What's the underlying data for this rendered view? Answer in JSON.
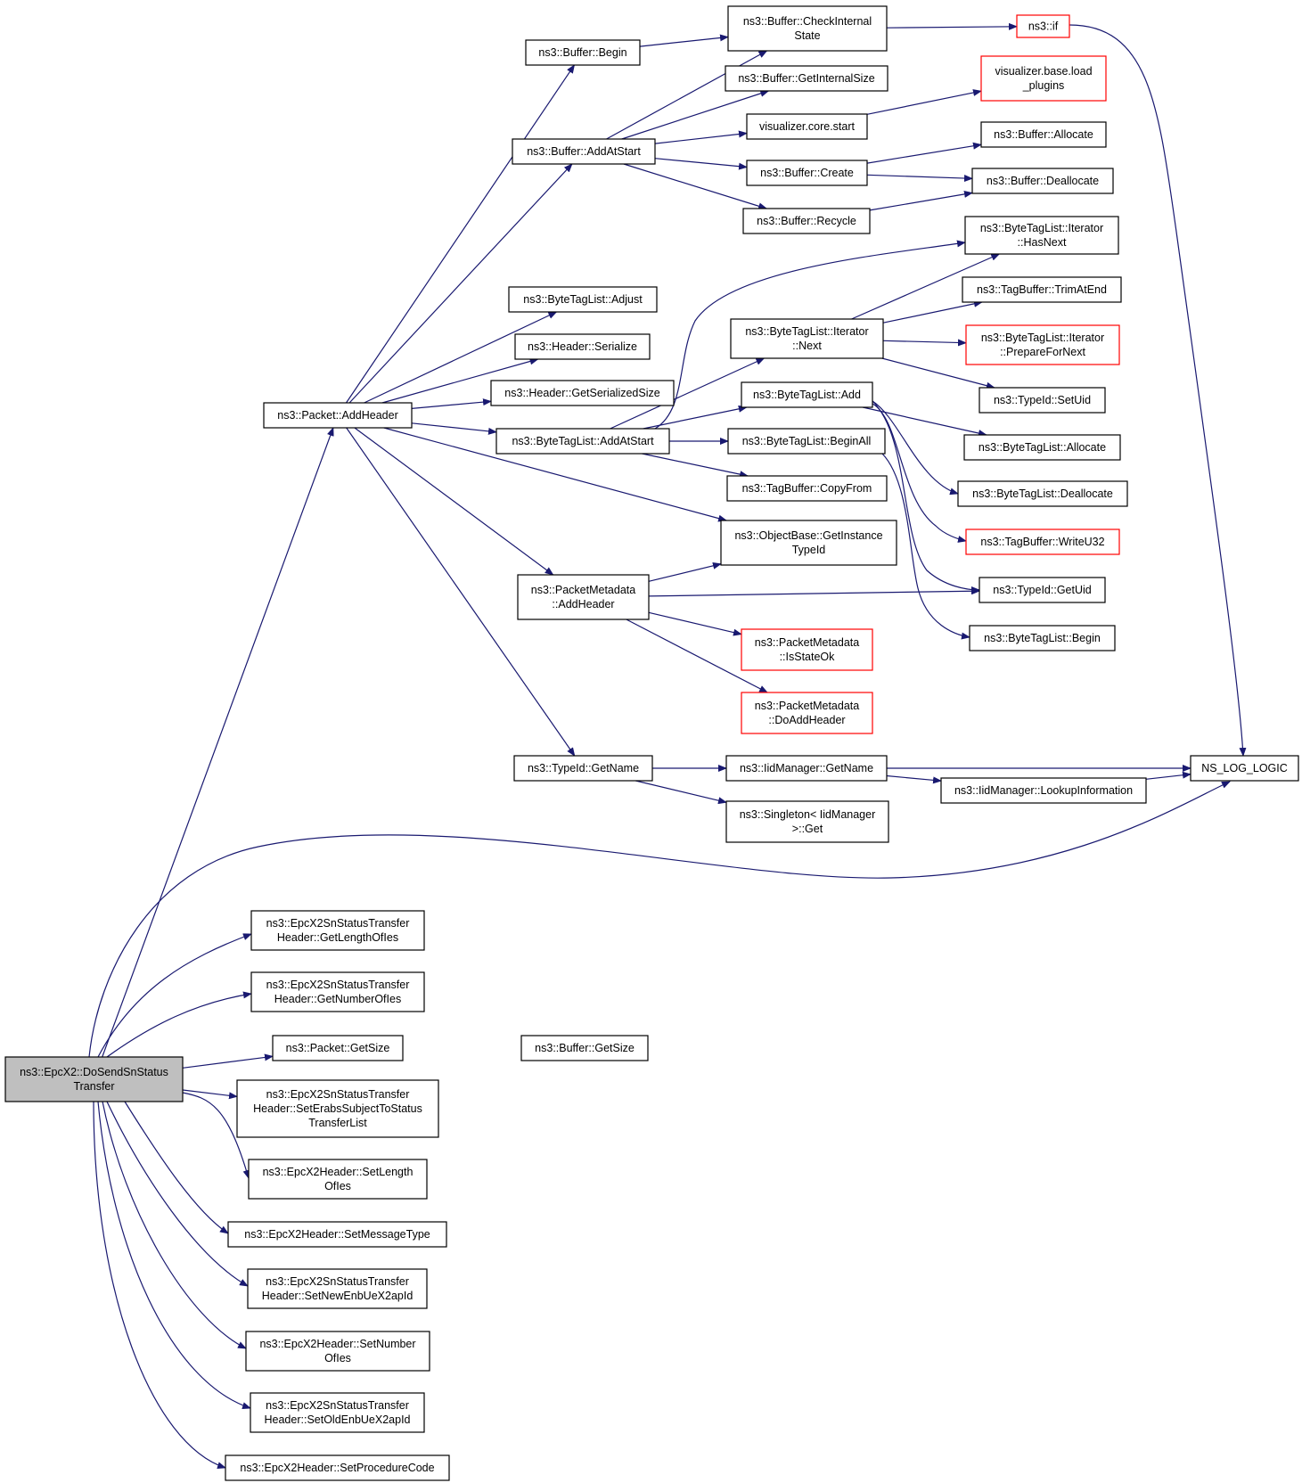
{
  "colors": {
    "edge": "#191970",
    "border_normal": "#000000",
    "border_truncated": "#ff0000",
    "root_fill": "#bfbfbf",
    "node_fill": "#ffffff"
  },
  "nodes": [
    {
      "id": "root",
      "lines": [
        "ns3::EpcX2::DoSendSnStatus",
        "Transfer"
      ],
      "kind": "root"
    },
    {
      "id": "packet_addheader",
      "lines": [
        "ns3::Packet::AddHeader"
      ],
      "kind": "normal"
    },
    {
      "id": "buffer_begin",
      "lines": [
        "ns3::Buffer::Begin"
      ],
      "kind": "normal"
    },
    {
      "id": "buffer_checkinternal",
      "lines": [
        "ns3::Buffer::CheckInternal",
        "State"
      ],
      "kind": "normal"
    },
    {
      "id": "ns3_if",
      "lines": [
        "ns3::if"
      ],
      "kind": "truncated"
    },
    {
      "id": "buffer_getinternalsize",
      "lines": [
        "ns3::Buffer::GetInternalSize"
      ],
      "kind": "normal"
    },
    {
      "id": "viz_base_load",
      "lines": [
        "visualizer.base.load",
        "_plugins"
      ],
      "kind": "truncated"
    },
    {
      "id": "buffer_addatstart",
      "lines": [
        "ns3::Buffer::AddAtStart"
      ],
      "kind": "normal"
    },
    {
      "id": "viz_core_start",
      "lines": [
        "visualizer.core.start"
      ],
      "kind": "normal"
    },
    {
      "id": "buffer_allocate",
      "lines": [
        "ns3::Buffer::Allocate"
      ],
      "kind": "normal"
    },
    {
      "id": "buffer_create",
      "lines": [
        "ns3::Buffer::Create"
      ],
      "kind": "normal"
    },
    {
      "id": "buffer_deallocate",
      "lines": [
        "ns3::Buffer::Deallocate"
      ],
      "kind": "normal"
    },
    {
      "id": "buffer_recycle",
      "lines": [
        "ns3::Buffer::Recycle"
      ],
      "kind": "normal"
    },
    {
      "id": "btl_iter_hasnext",
      "lines": [
        "ns3::ByteTagList::Iterator",
        "::HasNext"
      ],
      "kind": "normal"
    },
    {
      "id": "btl_adjust",
      "lines": [
        "ns3::ByteTagList::Adjust"
      ],
      "kind": "normal"
    },
    {
      "id": "tagbuffer_trimatend",
      "lines": [
        "ns3::TagBuffer::TrimAtEnd"
      ],
      "kind": "normal"
    },
    {
      "id": "btl_iter_next",
      "lines": [
        "ns3::ByteTagList::Iterator",
        "::Next"
      ],
      "kind": "normal"
    },
    {
      "id": "btl_iter_prepare",
      "lines": [
        "ns3::ByteTagList::Iterator",
        "::PrepareForNext"
      ],
      "kind": "truncated"
    },
    {
      "id": "header_serialize",
      "lines": [
        "ns3::Header::Serialize"
      ],
      "kind": "normal"
    },
    {
      "id": "typeid_setuid",
      "lines": [
        "ns3::TypeId::SetUid"
      ],
      "kind": "normal"
    },
    {
      "id": "header_getserializedsize",
      "lines": [
        "ns3::Header::GetSerializedSize"
      ],
      "kind": "normal"
    },
    {
      "id": "btl_add",
      "lines": [
        "ns3::ByteTagList::Add"
      ],
      "kind": "normal"
    },
    {
      "id": "btl_addatstart",
      "lines": [
        "ns3::ByteTagList::AddAtStart"
      ],
      "kind": "normal"
    },
    {
      "id": "btl_beginall",
      "lines": [
        "ns3::ByteTagList::BeginAll"
      ],
      "kind": "normal"
    },
    {
      "id": "btl_allocate",
      "lines": [
        "ns3::ByteTagList::Allocate"
      ],
      "kind": "normal"
    },
    {
      "id": "tagbuffer_copyfrom",
      "lines": [
        "ns3::TagBuffer::CopyFrom"
      ],
      "kind": "normal"
    },
    {
      "id": "btl_deallocate",
      "lines": [
        "ns3::ByteTagList::Deallocate"
      ],
      "kind": "normal"
    },
    {
      "id": "objectbase_getinstance",
      "lines": [
        "ns3::ObjectBase::GetInstance",
        "TypeId"
      ],
      "kind": "normal"
    },
    {
      "id": "tagbuffer_writeu32",
      "lines": [
        "ns3::TagBuffer::WriteU32"
      ],
      "kind": "truncated"
    },
    {
      "id": "pm_addheader",
      "lines": [
        "ns3::PacketMetadata",
        "::AddHeader"
      ],
      "kind": "normal"
    },
    {
      "id": "typeid_getuid",
      "lines": [
        "ns3::TypeId::GetUid"
      ],
      "kind": "normal"
    },
    {
      "id": "pm_isstateok",
      "lines": [
        "ns3::PacketMetadata",
        "::IsStateOk"
      ],
      "kind": "truncated"
    },
    {
      "id": "btl_begin",
      "lines": [
        "ns3::ByteTagList::Begin"
      ],
      "kind": "normal"
    },
    {
      "id": "pm_doaddheader",
      "lines": [
        "ns3::PacketMetadata",
        "::DoAddHeader"
      ],
      "kind": "truncated"
    },
    {
      "id": "typeid_getname",
      "lines": [
        "ns3::TypeId::GetName"
      ],
      "kind": "normal"
    },
    {
      "id": "iidmanager_getname",
      "lines": [
        "ns3::IidManager::GetName"
      ],
      "kind": "normal"
    },
    {
      "id": "ns_log_logic",
      "lines": [
        "NS_LOG_LOGIC"
      ],
      "kind": "normal"
    },
    {
      "id": "iidmanager_lookup",
      "lines": [
        "ns3::IidManager::LookupInformation"
      ],
      "kind": "normal"
    },
    {
      "id": "singleton_get",
      "lines": [
        "ns3::Singleton< IidManager",
        " >::Get"
      ],
      "kind": "normal"
    },
    {
      "id": "hdr_getlength",
      "lines": [
        "ns3::EpcX2SnStatusTransfer",
        "Header::GetLengthOfIes"
      ],
      "kind": "normal"
    },
    {
      "id": "hdr_getnumber",
      "lines": [
        "ns3::EpcX2SnStatusTransfer",
        "Header::GetNumberOfIes"
      ],
      "kind": "normal"
    },
    {
      "id": "packet_getsize",
      "lines": [
        "ns3::Packet::GetSize"
      ],
      "kind": "normal"
    },
    {
      "id": "buffer_getsize",
      "lines": [
        "ns3::Buffer::GetSize"
      ],
      "kind": "normal"
    },
    {
      "id": "hdr_seterabs",
      "lines": [
        "ns3::EpcX2SnStatusTransfer",
        "Header::SetErabsSubjectToStatus",
        "TransferList"
      ],
      "kind": "normal"
    },
    {
      "id": "x2hdr_setlength",
      "lines": [
        "ns3::EpcX2Header::SetLength",
        "OfIes"
      ],
      "kind": "normal"
    },
    {
      "id": "x2hdr_setmsgtype",
      "lines": [
        "ns3::EpcX2Header::SetMessageType"
      ],
      "kind": "normal"
    },
    {
      "id": "hdr_setnewenb",
      "lines": [
        "ns3::EpcX2SnStatusTransfer",
        "Header::SetNewEnbUeX2apId"
      ],
      "kind": "normal"
    },
    {
      "id": "x2hdr_setnumber",
      "lines": [
        "ns3::EpcX2Header::SetNumber",
        "OfIes"
      ],
      "kind": "normal"
    },
    {
      "id": "hdr_setoldenb",
      "lines": [
        "ns3::EpcX2SnStatusTransfer",
        "Header::SetOldEnbUeX2apId"
      ],
      "kind": "normal"
    },
    {
      "id": "x2hdr_setproc",
      "lines": [
        "ns3::EpcX2Header::SetProcedureCode"
      ],
      "kind": "normal"
    }
  ],
  "edges": [
    [
      "root",
      "packet_addheader"
    ],
    [
      "root",
      "ns_log_logic"
    ],
    [
      "root",
      "hdr_getlength"
    ],
    [
      "root",
      "hdr_getnumber"
    ],
    [
      "root",
      "packet_getsize"
    ],
    [
      "root",
      "hdr_seterabs"
    ],
    [
      "root",
      "x2hdr_setlength"
    ],
    [
      "root",
      "x2hdr_setmsgtype"
    ],
    [
      "root",
      "hdr_setnewenb"
    ],
    [
      "root",
      "x2hdr_setnumber"
    ],
    [
      "root",
      "hdr_setoldenb"
    ],
    [
      "root",
      "x2hdr_setproc"
    ],
    [
      "packet_addheader",
      "buffer_begin"
    ],
    [
      "packet_addheader",
      "buffer_addatstart"
    ],
    [
      "packet_addheader",
      "btl_adjust"
    ],
    [
      "packet_addheader",
      "header_serialize"
    ],
    [
      "packet_addheader",
      "header_getserializedsize"
    ],
    [
      "packet_addheader",
      "btl_addatstart"
    ],
    [
      "packet_addheader",
      "objectbase_getinstance"
    ],
    [
      "packet_addheader",
      "pm_addheader"
    ],
    [
      "packet_addheader",
      "typeid_getname"
    ],
    [
      "buffer_begin",
      "buffer_checkinternal"
    ],
    [
      "buffer_checkinternal",
      "ns3_if"
    ],
    [
      "ns3_if",
      "ns_log_logic"
    ],
    [
      "buffer_addatstart",
      "buffer_checkinternal"
    ],
    [
      "buffer_addatstart",
      "buffer_getinternalsize"
    ],
    [
      "buffer_addatstart",
      "viz_core_start"
    ],
    [
      "buffer_addatstart",
      "buffer_create"
    ],
    [
      "buffer_addatstart",
      "buffer_recycle"
    ],
    [
      "viz_core_start",
      "viz_base_load"
    ],
    [
      "buffer_create",
      "buffer_allocate"
    ],
    [
      "buffer_create",
      "buffer_deallocate"
    ],
    [
      "buffer_recycle",
      "buffer_deallocate"
    ],
    [
      "btl_addatstart",
      "btl_iter_hasnext"
    ],
    [
      "btl_addatstart",
      "btl_iter_next"
    ],
    [
      "btl_addatstart",
      "btl_add"
    ],
    [
      "btl_addatstart",
      "btl_beginall"
    ],
    [
      "btl_addatstart",
      "tagbuffer_copyfrom"
    ],
    [
      "btl_iter_next",
      "btl_iter_hasnext"
    ],
    [
      "btl_iter_next",
      "tagbuffer_trimatend"
    ],
    [
      "btl_iter_next",
      "btl_iter_prepare"
    ],
    [
      "btl_iter_next",
      "typeid_setuid"
    ],
    [
      "btl_add",
      "btl_allocate"
    ],
    [
      "btl_add",
      "btl_deallocate"
    ],
    [
      "btl_add",
      "tagbuffer_writeu32"
    ],
    [
      "btl_add",
      "typeid_getuid"
    ],
    [
      "btl_beginall",
      "btl_begin"
    ],
    [
      "pm_addheader",
      "objectbase_getinstance"
    ],
    [
      "pm_addheader",
      "typeid_getuid"
    ],
    [
      "pm_addheader",
      "pm_isstateok"
    ],
    [
      "pm_addheader",
      "pm_doaddheader"
    ],
    [
      "typeid_getname",
      "iidmanager_getname"
    ],
    [
      "typeid_getname",
      "singleton_get"
    ],
    [
      "iidmanager_getname",
      "ns_log_logic"
    ],
    [
      "iidmanager_getname",
      "iidmanager_lookup"
    ],
    [
      "iidmanager_lookup",
      "ns_log_logic"
    ]
  ]
}
